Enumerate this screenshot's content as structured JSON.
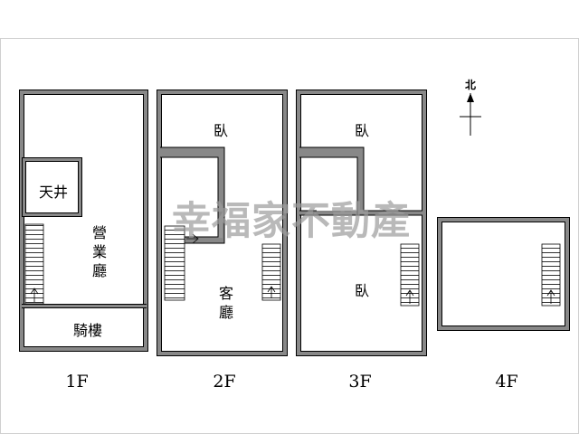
{
  "watermark": "幸福家不動產",
  "compass": {
    "label": "北"
  },
  "floors": [
    {
      "id": "1f",
      "label": "1F",
      "rooms": [
        "天井",
        "營",
        "業",
        "廳",
        "騎樓"
      ]
    },
    {
      "id": "2f",
      "label": "2F",
      "rooms": [
        "臥",
        "客",
        "廳"
      ]
    },
    {
      "id": "3f",
      "label": "3F",
      "rooms": [
        "臥",
        "臥"
      ]
    },
    {
      "id": "4f",
      "label": "4F",
      "rooms": []
    }
  ],
  "colors": {
    "wall_outer": "#888888",
    "wall_inner": "#ffffff",
    "line": "#000000",
    "watermark": "#9c9c9c"
  }
}
